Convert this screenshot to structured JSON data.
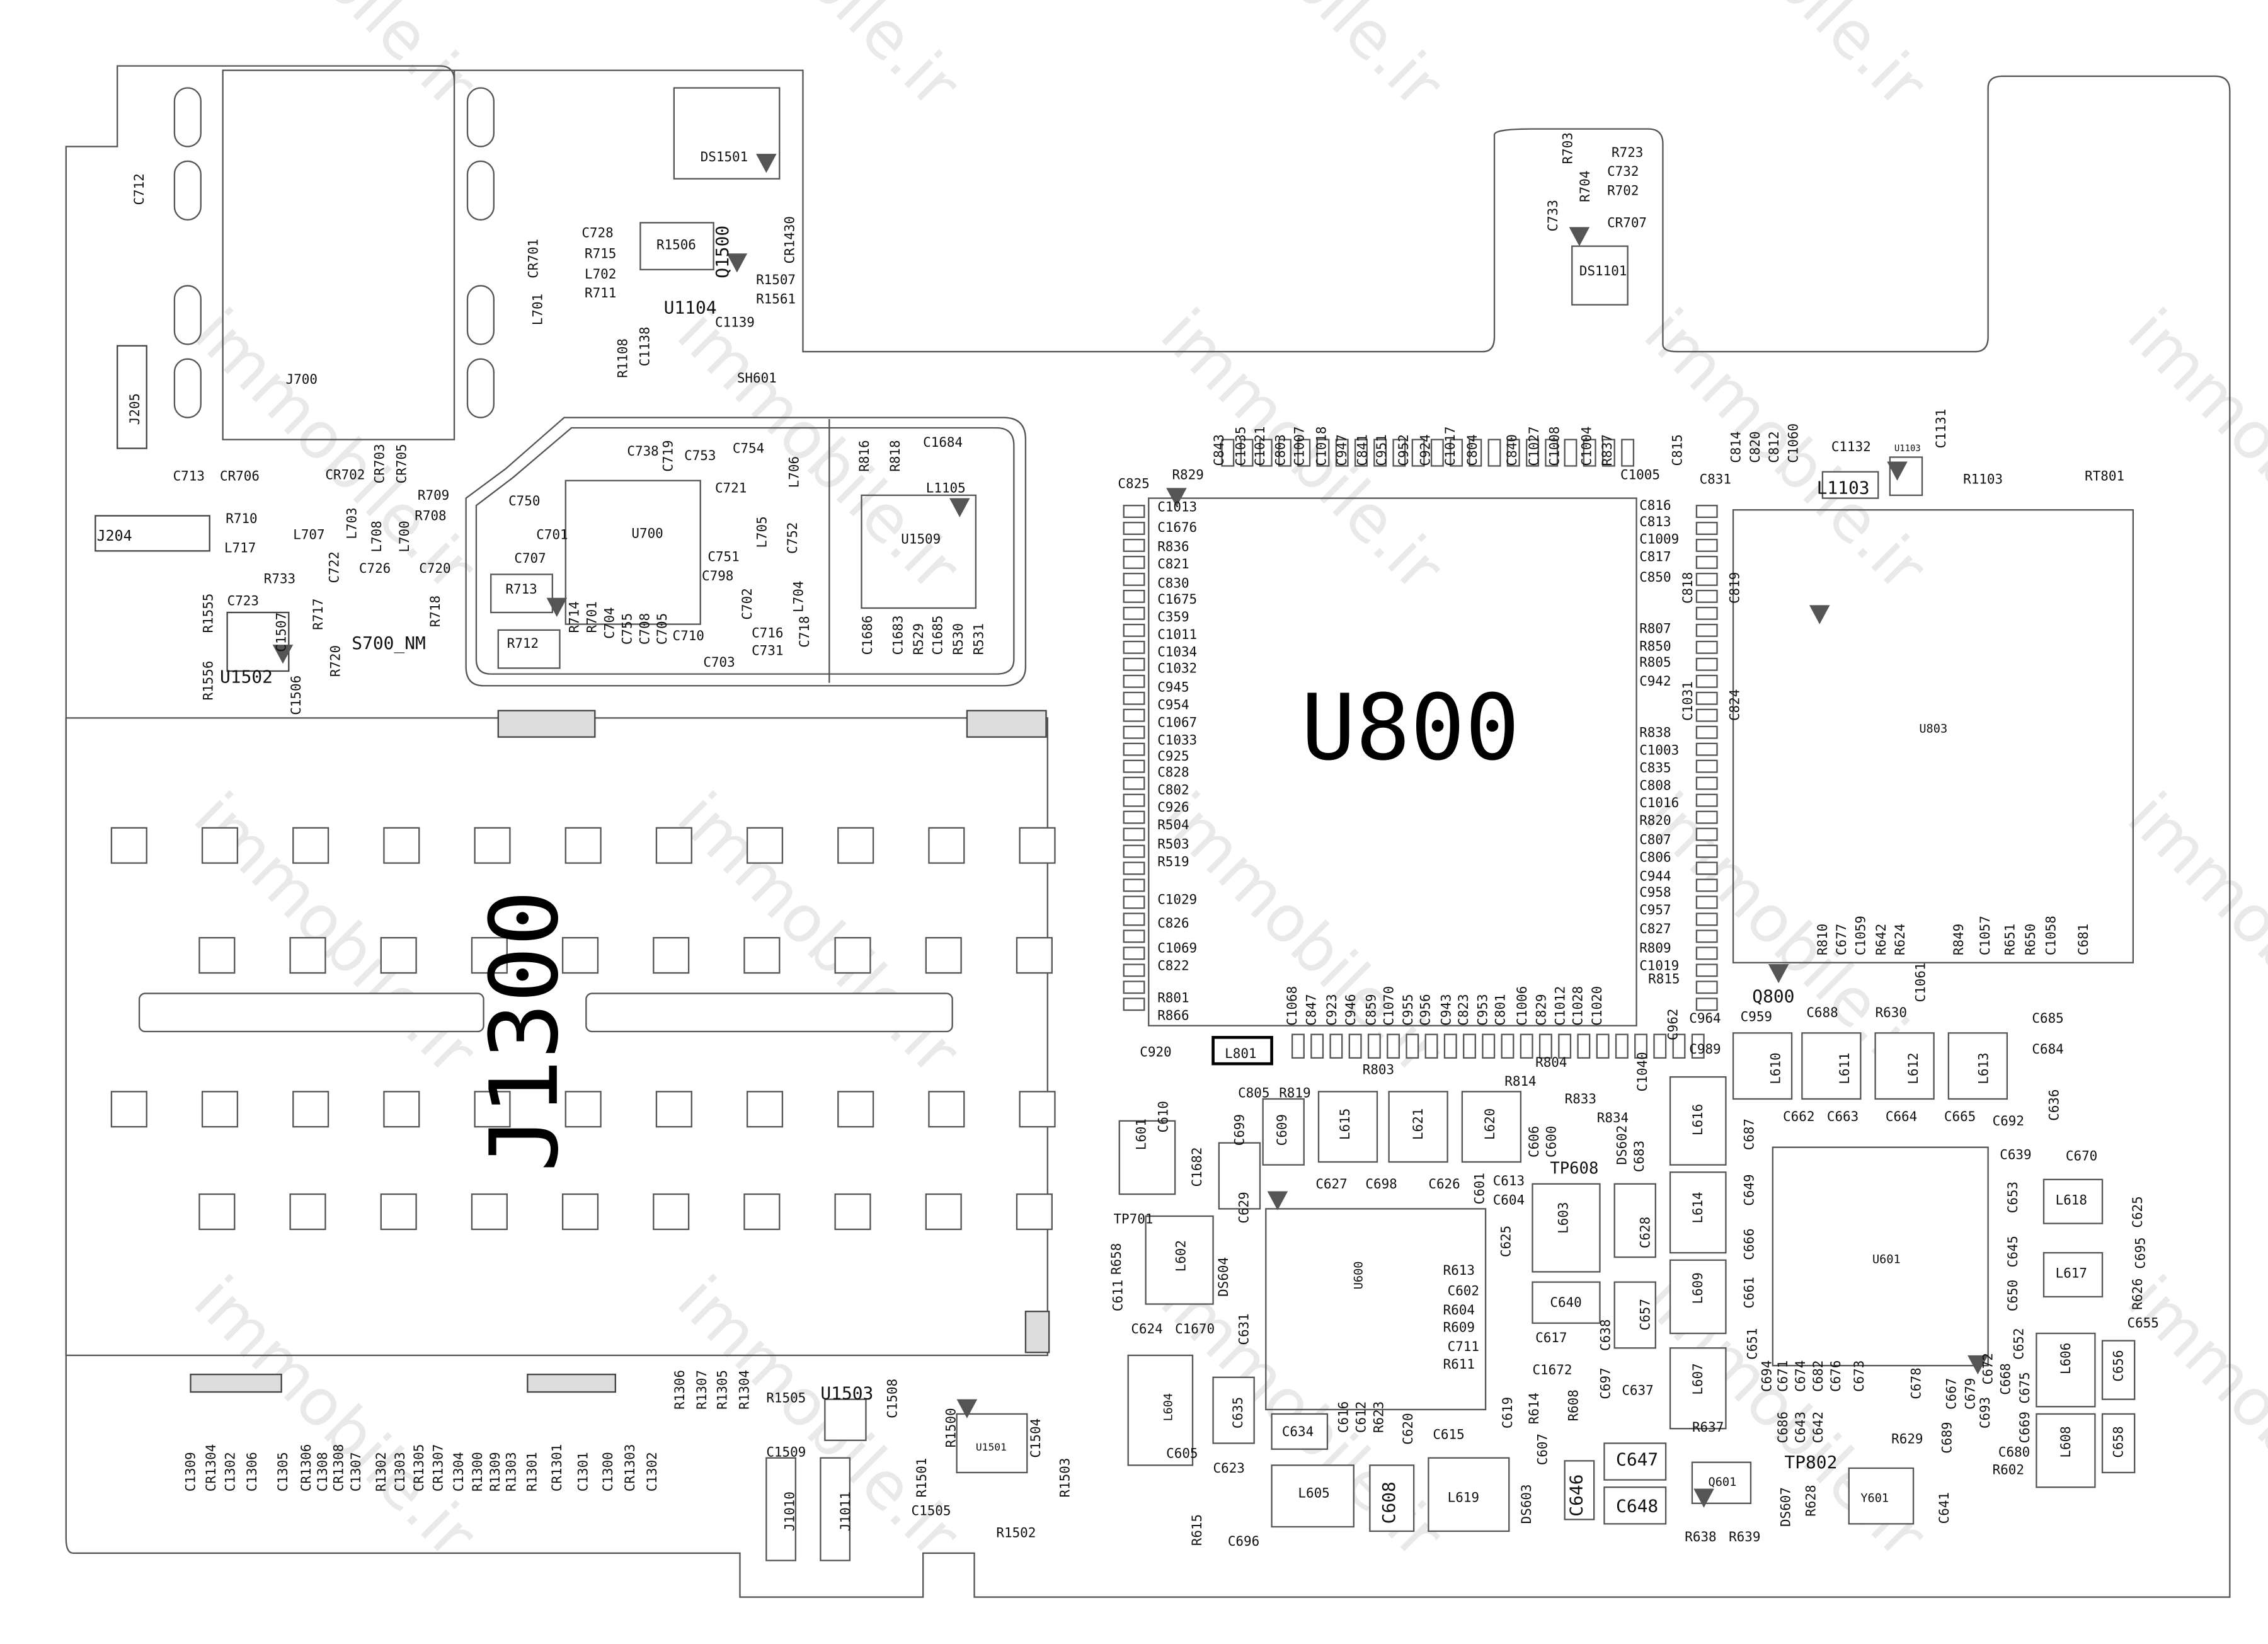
{
  "title": "PCB component layout",
  "watermark": "immobile.ir",
  "main_chips": {
    "u800": "U800",
    "j1300": "J1300"
  },
  "labels": [
    "C712",
    "J700",
    "J205",
    "J204",
    "C713",
    "CR706",
    "R710",
    "L717",
    "C723",
    "R733",
    "R1555",
    "R1556",
    "U1502",
    "C1507",
    "C1506",
    "R717",
    "R720",
    "L707",
    "C722",
    "L703",
    "L708",
    "L700",
    "C726",
    "C720",
    "R709",
    "R708",
    "CR702",
    "CR703",
    "CR705",
    "S700_NM",
    "R718",
    "CR701",
    "L701",
    "C728",
    "R715",
    "L702",
    "R711",
    "R1108",
    "C1138",
    "R1506",
    "Q1500",
    "U1104",
    "C1139",
    "R1507",
    "R1561",
    "CR1430",
    "DS1501",
    "SH601",
    "C738",
    "C719",
    "C753",
    "C754",
    "L706",
    "C750",
    "C701",
    "C707",
    "U700",
    "R713",
    "R712",
    "C721",
    "L705",
    "C752",
    "C751",
    "C798",
    "L704",
    "C702",
    "C716",
    "C731",
    "C718",
    "C703",
    "C710",
    "R714",
    "R701",
    "C704",
    "C755",
    "C708",
    "C705",
    "R816",
    "R818",
    "C1684",
    "L1105",
    "U1509",
    "C1686",
    "C1683",
    "R529",
    "C1685",
    "R530",
    "R531",
    "DS1101",
    "R703",
    "R723",
    "C732",
    "R704",
    "R702",
    "CR707",
    "C733",
    "C843",
    "C1035",
    "C1021",
    "C803",
    "C1007",
    "C1018",
    "C947",
    "C841",
    "C951",
    "C952",
    "C924",
    "C1017",
    "C804",
    "C840",
    "C1027",
    "C1008",
    "C1004",
    "R837",
    "C815",
    "C1005",
    "C825",
    "R829",
    "C1013",
    "C1676",
    "R836",
    "C821",
    "C830",
    "C1675",
    "C359",
    "C1011",
    "C1034",
    "C1032",
    "C945",
    "C954",
    "C1067",
    "C1033",
    "C925",
    "C828",
    "C802",
    "C926",
    "R504",
    "R503",
    "R519",
    "C1029",
    "C826",
    "C1069",
    "C822",
    "R801",
    "R866",
    "C816",
    "C813",
    "C1009",
    "C817",
    "C850",
    "R807",
    "R850",
    "R805",
    "C942",
    "R838",
    "C1003",
    "C835",
    "C808",
    "C1016",
    "R820",
    "C807",
    "C806",
    "C944",
    "C958",
    "C957",
    "C827",
    "R809",
    "C1019",
    "C818",
    "C819",
    "C1031",
    "C824",
    "R815",
    "C831",
    "C814",
    "C820",
    "C812",
    "C1060",
    "C1132",
    "U1103",
    "C1131",
    "L1103",
    "R1103",
    "RT801",
    "U803",
    "R810",
    "C677",
    "C1059",
    "R642",
    "R624",
    "R849",
    "C1057",
    "R651",
    "R650",
    "C1058",
    "C681",
    "Q800",
    "C959",
    "C688",
    "R630",
    "C1061",
    "C685",
    "C684",
    "C964",
    "C989",
    "C962",
    "C1068",
    "C847",
    "C923",
    "C946",
    "C859",
    "C1070",
    "C955",
    "C956",
    "C943",
    "C823",
    "C953",
    "C801",
    "C1006",
    "C829",
    "C1012",
    "C1028",
    "C1020",
    "C920",
    "L801",
    "C805",
    "R819",
    "R803",
    "R804",
    "R814",
    "R833",
    "R834",
    "C1040",
    "C610",
    "L601",
    "C1682",
    "C699",
    "C609",
    "L615",
    "L621",
    "L620",
    "C627",
    "C698",
    "C626",
    "TP701",
    "R658",
    "L602",
    "C611",
    "C624",
    "C1670",
    "C629",
    "DS604",
    "C631",
    "U600",
    "R613",
    "C602",
    "R604",
    "R609",
    "C711",
    "R611",
    "C601",
    "C613",
    "C604",
    "C625",
    "L604",
    "C635",
    "C634",
    "C616",
    "C612",
    "R623",
    "C620",
    "C615",
    "C605",
    "C623",
    "R615",
    "C696",
    "L605",
    "C608",
    "L619",
    "DS603",
    "C607",
    "C646",
    "C647",
    "C648",
    "C619",
    "R614",
    "R608",
    "C1672",
    "C617",
    "C638",
    "C697",
    "C637",
    "C640",
    "C657",
    "C628",
    "L603",
    "TP608",
    "C606",
    "C600",
    "DS602",
    "C683",
    "L616",
    "L614",
    "L609",
    "L607",
    "L610",
    "L611",
    "L612",
    "L613",
    "C636",
    "C662",
    "C663",
    "C664",
    "C665",
    "C692",
    "C687",
    "C649",
    "C666",
    "C661",
    "C651",
    "C639",
    "C670",
    "C653",
    "C645",
    "C650",
    "C652",
    "L618",
    "L617",
    "C625",
    "C695",
    "R626",
    "C655",
    "L606",
    "C656",
    "L608",
    "C658",
    "U601",
    "C694",
    "C671",
    "C674",
    "C682",
    "C676",
    "C673",
    "C678",
    "C667",
    "C679",
    "C672",
    "C668",
    "C675",
    "C693",
    "C669",
    "C680",
    "R602",
    "C689",
    "R629",
    "C686",
    "C643",
    "C642",
    "R637",
    "Q601",
    "TP802",
    "Y601",
    "R638",
    "R639",
    "DS607",
    "R628",
    "C641",
    "C1309",
    "CR1304",
    "C1302",
    "C1306",
    "C1305",
    "CR1306",
    "C1308",
    "CR1308",
    "C1307",
    "R1302",
    "C1303",
    "CR1305",
    "CR1307",
    "C1304",
    "R1300",
    "R1309",
    "R1303",
    "R1301",
    "CR1301",
    "C1301",
    "C1300",
    "CR1303",
    "C1302",
    "R1306",
    "R1307",
    "R1305",
    "R1304",
    "R1505",
    "U1503",
    "C1508",
    "C1509",
    "J1010",
    "J1011",
    "R1501",
    "C1505",
    "R1500",
    "U1501",
    "C1504",
    "R1503",
    "R1502"
  ]
}
